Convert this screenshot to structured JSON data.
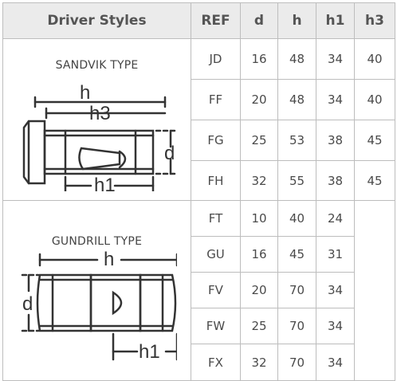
{
  "table": {
    "headers": [
      "Driver Styles",
      "REF",
      "d",
      "h",
      "h1",
      "h3"
    ],
    "groups": [
      {
        "type_label": "SANDVIK TYPE",
        "dim_labels": {
          "h": "h",
          "h3": "h3",
          "d": "d",
          "h1": "h1"
        },
        "rows": [
          {
            "ref": "JD",
            "d": "16",
            "h": "48",
            "h1": "34",
            "h3": "40"
          },
          {
            "ref": "FF",
            "d": "20",
            "h": "48",
            "h1": "34",
            "h3": "40"
          },
          {
            "ref": "FG",
            "d": "25",
            "h": "53",
            "h1": "38",
            "h3": "45"
          },
          {
            "ref": "FH",
            "d": "32",
            "h": "55",
            "h1": "38",
            "h3": "45"
          }
        ]
      },
      {
        "type_label": "GUNDRILL TYPE",
        "dim_labels": {
          "h": "h",
          "d": "d",
          "h1": "h1"
        },
        "rows": [
          {
            "ref": "FT",
            "d": "10",
            "h": "40",
            "h1": "24"
          },
          {
            "ref": "GU",
            "d": "16",
            "h": "45",
            "h1": "31"
          },
          {
            "ref": "FV",
            "d": "20",
            "h": "70",
            "h1": "34"
          },
          {
            "ref": "FW",
            "d": "25",
            "h": "70",
            "h1": "34"
          },
          {
            "ref": "FX",
            "d": "32",
            "h": "70",
            "h1": "34"
          }
        ]
      }
    ]
  }
}
